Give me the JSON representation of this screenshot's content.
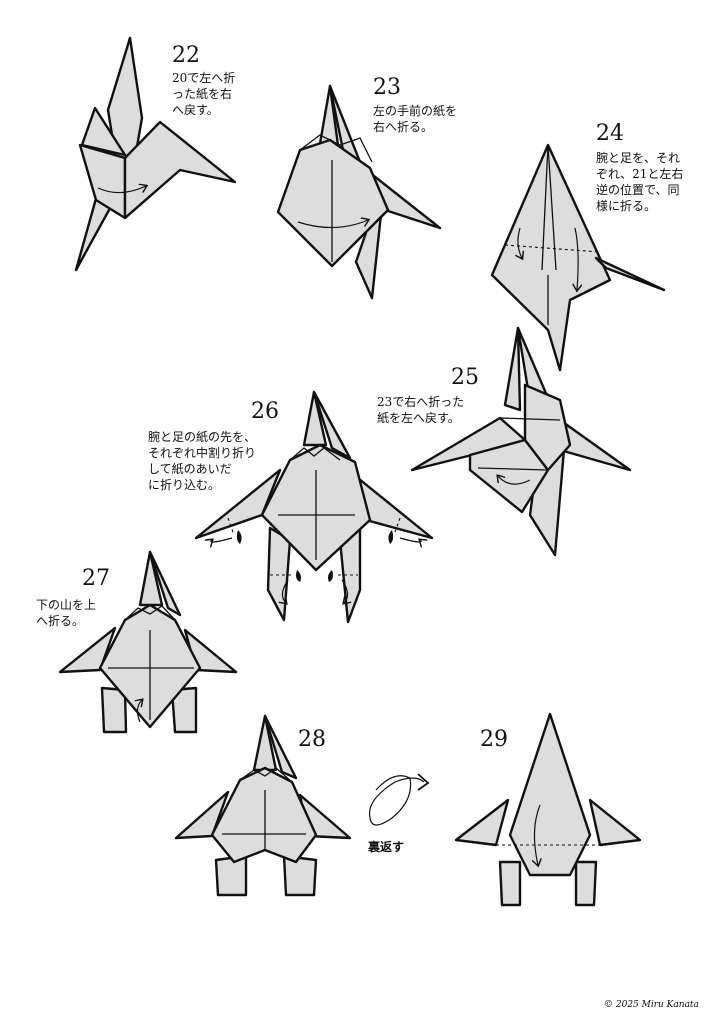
{
  "steps": [
    {
      "number": "22",
      "caption": "20で左へ折\nった紙を右\nへ戻す。"
    },
    {
      "number": "23",
      "caption": "左の手前の紙を\n右へ折る。"
    },
    {
      "number": "24",
      "caption": "腕と足を、それ\nぞれ、21と左右\n逆の位置で、同\n様に折る。"
    },
    {
      "number": "25",
      "caption": "23で右へ折った\n紙を左へ戻す。"
    },
    {
      "number": "26",
      "caption": "腕と足の紙の先を、\nそれぞれ中割り折り\nして紙のあいだ\nに折り込む。"
    },
    {
      "number": "27",
      "caption": "下の山を上\nへ折る。"
    },
    {
      "number": "28",
      "caption": ""
    },
    {
      "number": "29",
      "caption": ""
    }
  ],
  "flip_label": "裏返す",
  "copyright": "© 2025 Miru Kanata",
  "colors": {
    "paper": "#dddddd",
    "ink": "#111111",
    "background": "#ffffff"
  },
  "icons": {
    "flip": "flip-over-arrow-icon"
  }
}
